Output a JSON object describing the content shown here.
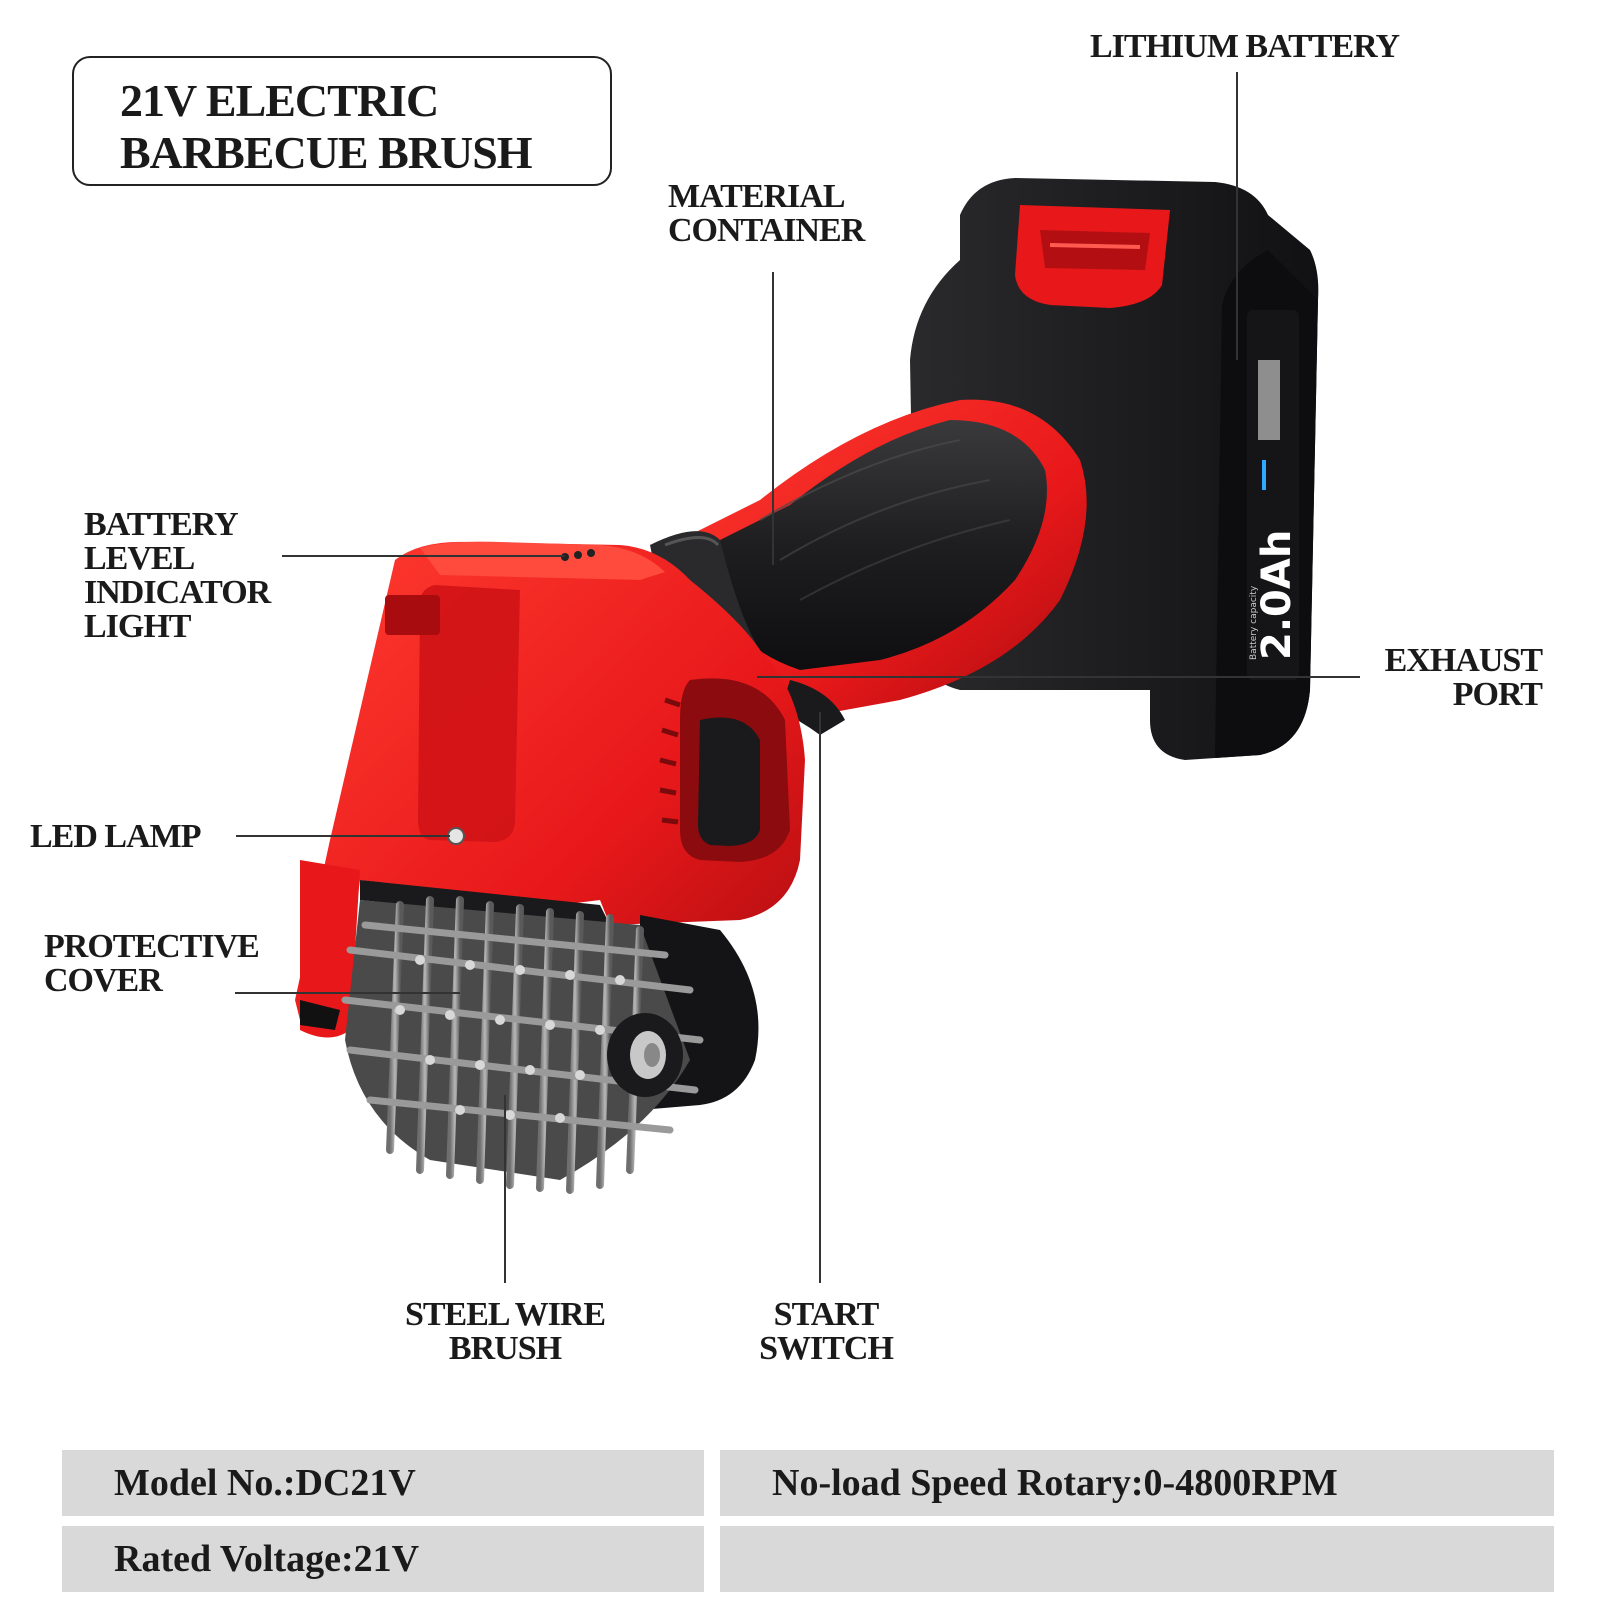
{
  "title": {
    "line1": "21V ELECTRIC",
    "line2": "BARBECUE BRUSH"
  },
  "callouts": {
    "lithium_battery": [
      "LITHIUM BATTERY"
    ],
    "material_container": [
      "MATERIAL",
      "CONTAINER"
    ],
    "battery_level": [
      "BATTERY",
      "LEVEL",
      "INDICATOR",
      "LIGHT"
    ],
    "exhaust_port": [
      "EXHAUST",
      "PORT"
    ],
    "led_lamp": [
      "LED LAMP"
    ],
    "protective_cover": [
      "PROTECTIVE",
      "COVER"
    ],
    "steel_wire_brush": [
      "STEEL WIRE",
      "BRUSH"
    ],
    "start_switch": [
      "START",
      "SWITCH"
    ]
  },
  "battery_pack": {
    "capacity_label": "2.0Ah",
    "small_text": "Battery capacity"
  },
  "specs": {
    "model": "Model No.:DC21V",
    "speed": "No-load Speed Rotary:0-4800RPM",
    "voltage": "Rated Voltage:21V",
    "empty": ""
  },
  "colors": {
    "body_red": "#e8181a",
    "dark_red": "#b30f12",
    "body_black": "#1c1c1e",
    "spec_bg": "#d9d9d9"
  }
}
